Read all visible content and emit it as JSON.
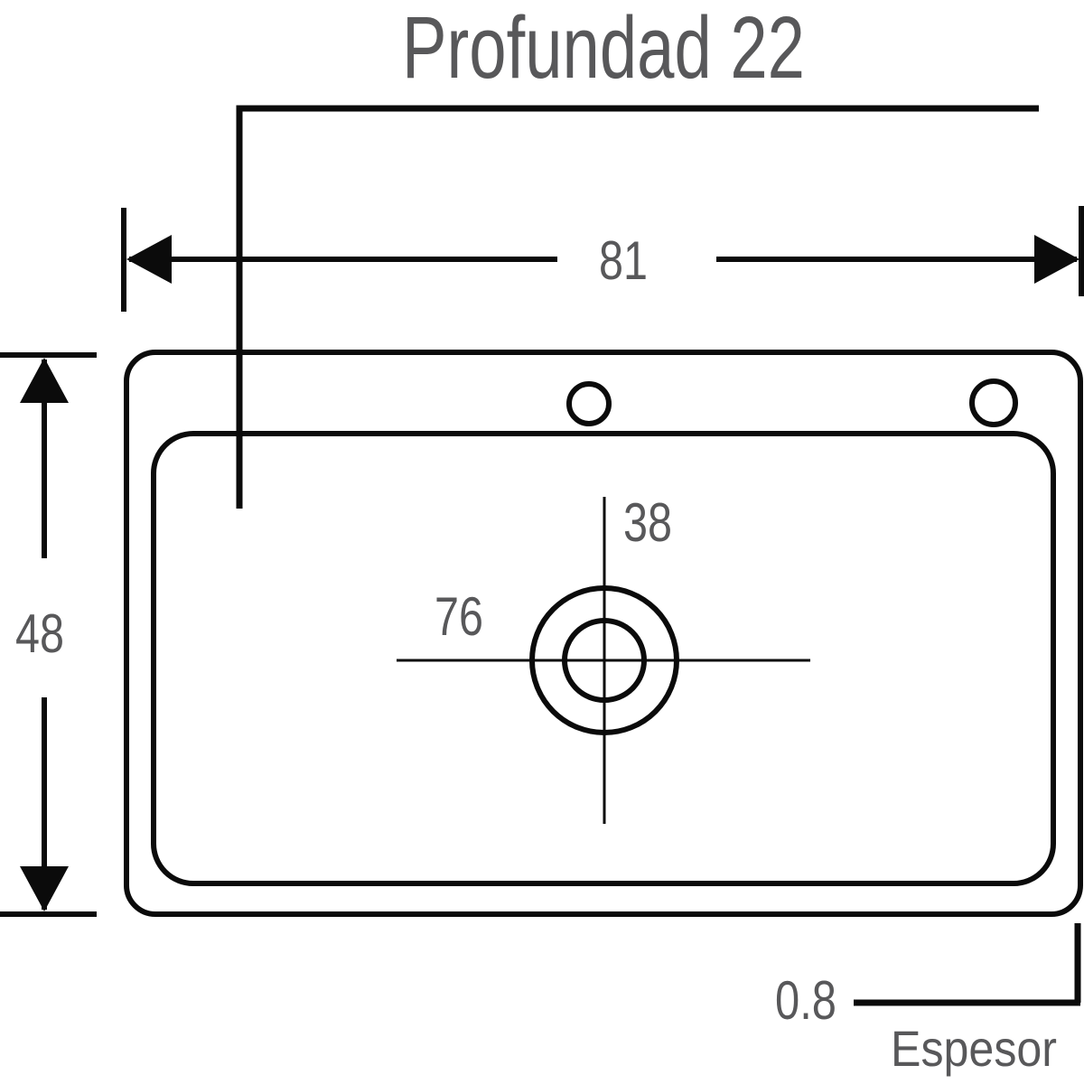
{
  "diagram": {
    "title": "Profundad 22",
    "dimensions": {
      "width": "81",
      "height": "48",
      "drain_inner": "38",
      "drain_outer": "76",
      "thickness_value": "0.8",
      "thickness_caption": "Espesor"
    },
    "colors": {
      "line": "#0b0b0b",
      "label_text": "#58585a",
      "background": "#ffffff"
    }
  }
}
